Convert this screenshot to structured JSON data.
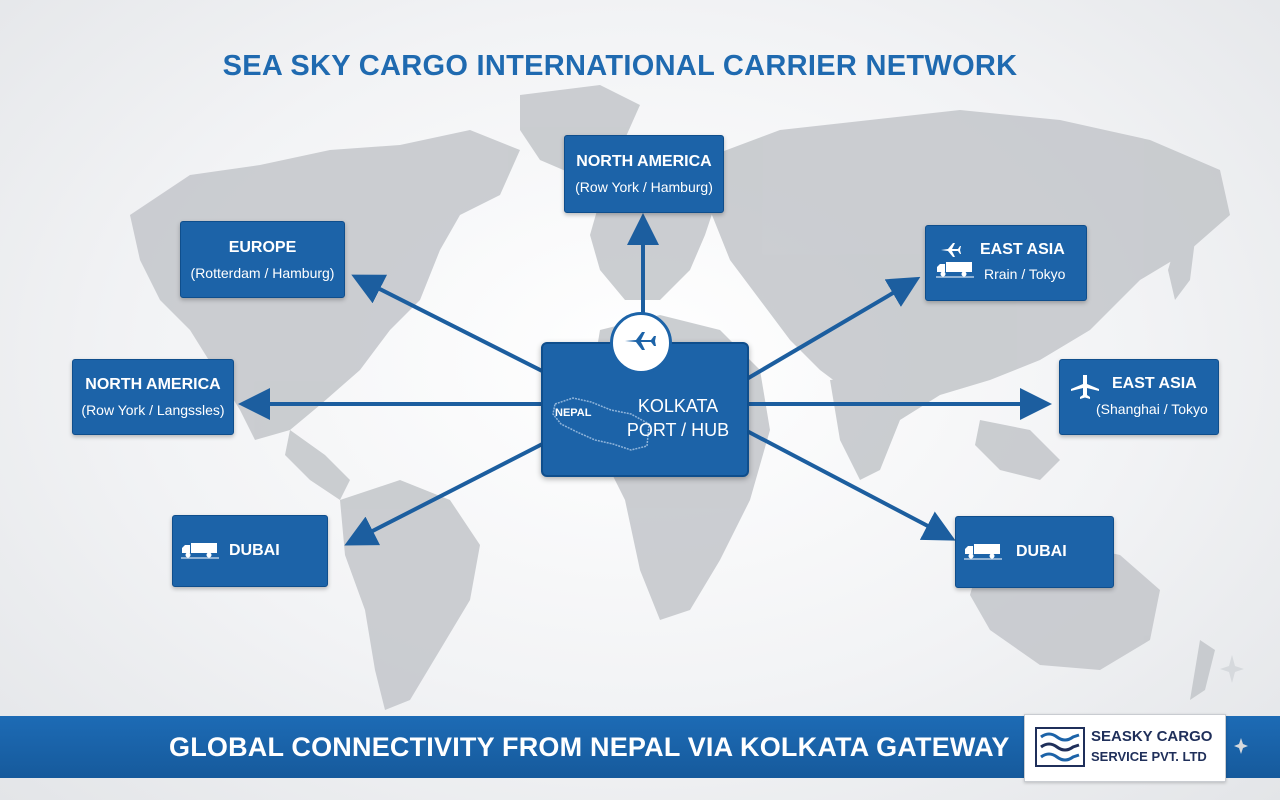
{
  "title": "SEA SKY CARGO INTERNATIONAL CARRIER NETWORK",
  "hub": {
    "line1": "KOLKATA",
    "line2": "PORT / HUB",
    "nepal_label": "NEPAL",
    "plane_icon": "airplane-icon"
  },
  "destinations": [
    {
      "id": "north-america-top",
      "name": "NORTH AMERICA",
      "sub": "(Row York / Hamburg)",
      "icons": []
    },
    {
      "id": "europe",
      "name": "EUROPE",
      "sub": "(Rotterdam / Hamburg)",
      "icons": []
    },
    {
      "id": "east-asia-top",
      "name": "EAST ASIA",
      "sub": "Rrain / Tokyo",
      "icons": [
        "airplane-icon",
        "truck-icon"
      ]
    },
    {
      "id": "north-america-left",
      "name": "NORTH AMERICA",
      "sub": "(Row York / Langssles)",
      "icons": []
    },
    {
      "id": "east-asia-right",
      "name": "EAST ASIA",
      "sub": "(Shanghai / Tokyo",
      "icons": [
        "airplane-icon"
      ]
    },
    {
      "id": "dubai-left",
      "name": "DUBAI",
      "sub": "",
      "icons": [
        "truck-icon"
      ]
    },
    {
      "id": "dubai-right",
      "name": "DUBAI",
      "sub": "",
      "icons": [
        "truck-icon"
      ]
    }
  ],
  "footer": {
    "text": "GLOBAL CONNECTIVITY FROM NEPAL VIA KOLKATA GATEWAY",
    "logo_line1": "SEASKY CARGO",
    "logo_line2": "SERVICE PVT. LTD"
  },
  "colors": {
    "primary_blue": "#1c63a8",
    "title_blue": "#1f6ab0",
    "map_gray": "#c4c7cb",
    "connector_blue": "#1c5e9f"
  }
}
